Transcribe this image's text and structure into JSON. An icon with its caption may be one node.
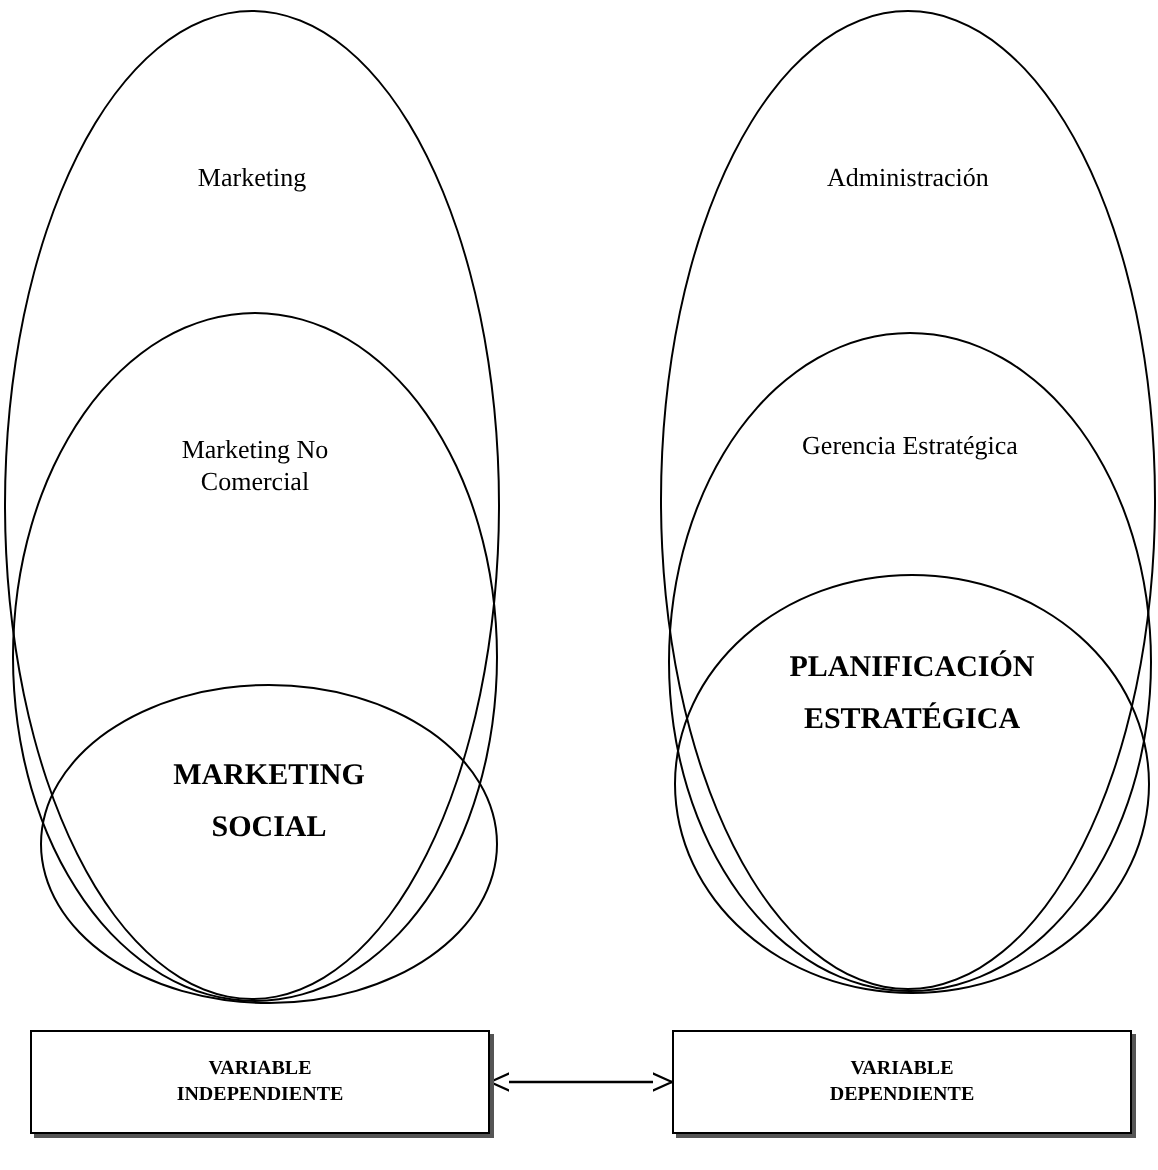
{
  "diagram": {
    "nodes": [
      {
        "text": [
          "Marketing"
        ]
      },
      {
        "text": [
          "Marketing No Comercial"
        ],
        "in": 0
      },
      {
        "text": [
          "MARKETING SOCIAL"
        ],
        "in": 1
      },
      {
        "text": [
          "Administración"
        ]
      },
      {
        "text": [
          "Gerencia Estratégica"
        ],
        "in": 3
      },
      {
        "text": [
          "PLANIFICACIÓN ESTRATÉGICA"
        ],
        "in": 4
      },
      {
        "text": [
          "VARIABLE INDEPENDIENTE"
        ]
      },
      {
        "text": [
          "VARIABLE DEPENDIENTE"
        ]
      }
    ],
    "edges": [
      {
        "from": 6,
        "to": 7,
        "arrow": "both"
      }
    ]
  }
}
